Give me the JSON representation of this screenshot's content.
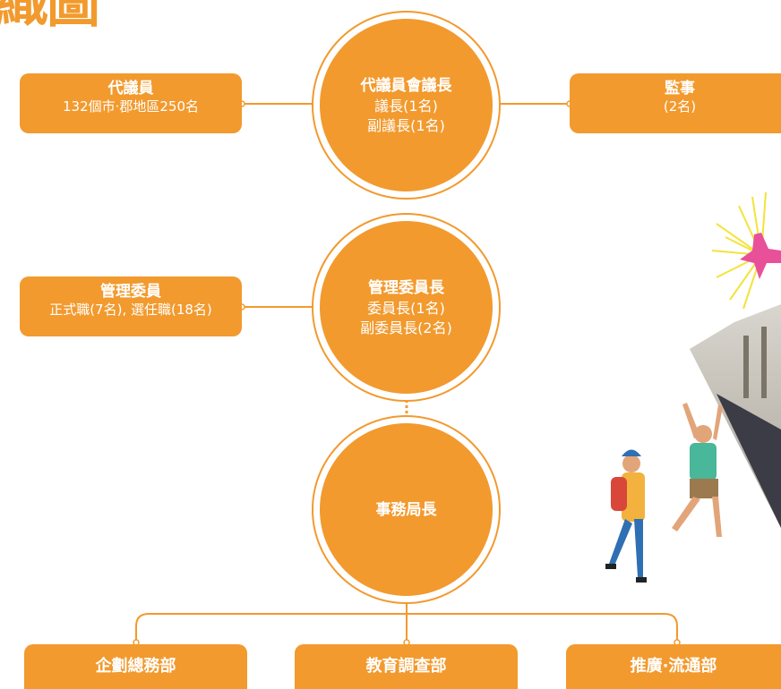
{
  "title": {
    "fragment": "織圖"
  },
  "nodes": {
    "delegates": {
      "title": "代議員",
      "subtitle": "132個市·郡地區250名"
    },
    "auditors": {
      "title": "監事",
      "subtitle": "(2名)"
    },
    "managers": {
      "title": "管理委員",
      "subtitle": "正式職(7名), 選任職(18名)"
    },
    "chair_circle": {
      "title": "代議員會議長",
      "line1": "議長(1名)",
      "line2": "副議長(1名)"
    },
    "committee_circle": {
      "title": "管理委員長",
      "line1": "委員長(1名)",
      "line2": "副委員長(2名)"
    },
    "secretary_circle": {
      "title": "事務局長"
    }
  },
  "departments": [
    {
      "label": "企劃總務部"
    },
    {
      "label": "教育調查部"
    },
    {
      "label": "推廣·流通部"
    }
  ],
  "colors": {
    "accent": "#f29a2e",
    "line": "#f29a2e"
  }
}
